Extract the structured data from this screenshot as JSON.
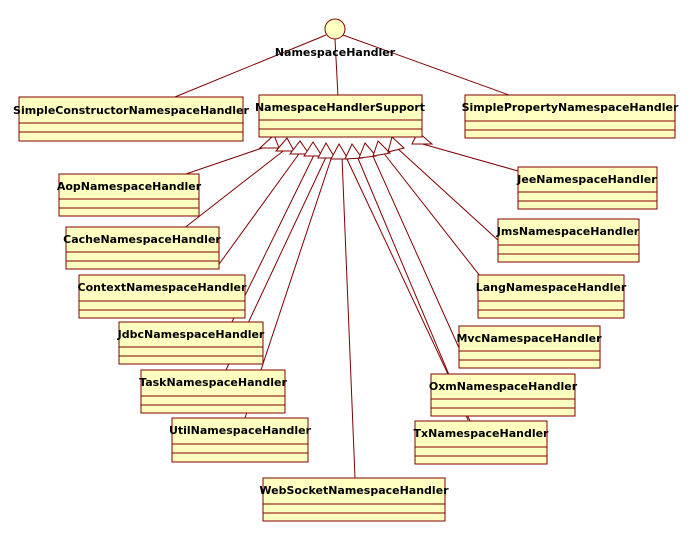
{
  "colors": {
    "box_fill": "#ffffc0",
    "box_stroke": "#800000",
    "line": "#800000",
    "text": "#000000"
  },
  "interface": {
    "name": "NamespaceHandler"
  },
  "classes": {
    "simple_constructor": "SimpleConstructorNamespaceHandler",
    "support": "NamespaceHandlerSupport",
    "simple_property": "SimplePropertyNamespaceHandler",
    "aop": "AopNamespaceHandler",
    "cache": "CacheNamespaceHandler",
    "context": "ContextNamespaceHandler",
    "jdbc": "JdbcNamespaceHandler",
    "task": "TaskNamespaceHandler",
    "util": "UtilNamespaceHandler",
    "websocket": "WebSocketNamespaceHandler",
    "jee": "JeeNamespaceHandler",
    "jms": "JmsNamespaceHandler",
    "lang": "LangNamespaceHandler",
    "mvc": "MvcNamespaceHandler",
    "oxm": "OxmNamespaceHandler",
    "tx": "TxNamespaceHandler"
  }
}
